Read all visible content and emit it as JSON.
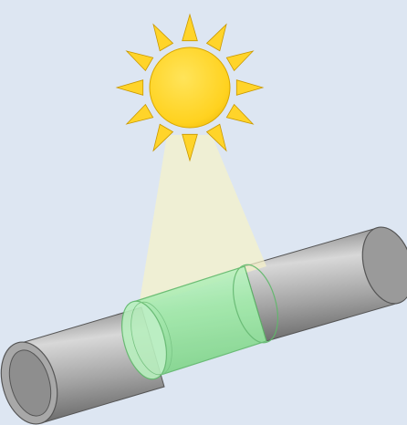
{
  "scene": {
    "background_color": "#dde6f2",
    "sun": {
      "core_color": "#ffd21f",
      "core_highlight": "#ffe45a",
      "ray_color": "#ffd42a",
      "ray_outline": "#c99800",
      "ray_count": 12
    },
    "light_beam": {
      "color": "#f6f2c8",
      "opacity": 0.7
    },
    "pipe": {
      "body_color": "#a3a3a3",
      "highlight_color": "#d8d8d8",
      "shadow_color": "#6f6f6f",
      "inner_color": "#8e8e8e"
    },
    "sleeve": {
      "color": "#9fe8a6",
      "edge_color": "#5fb86a",
      "opacity": 0.85
    }
  }
}
